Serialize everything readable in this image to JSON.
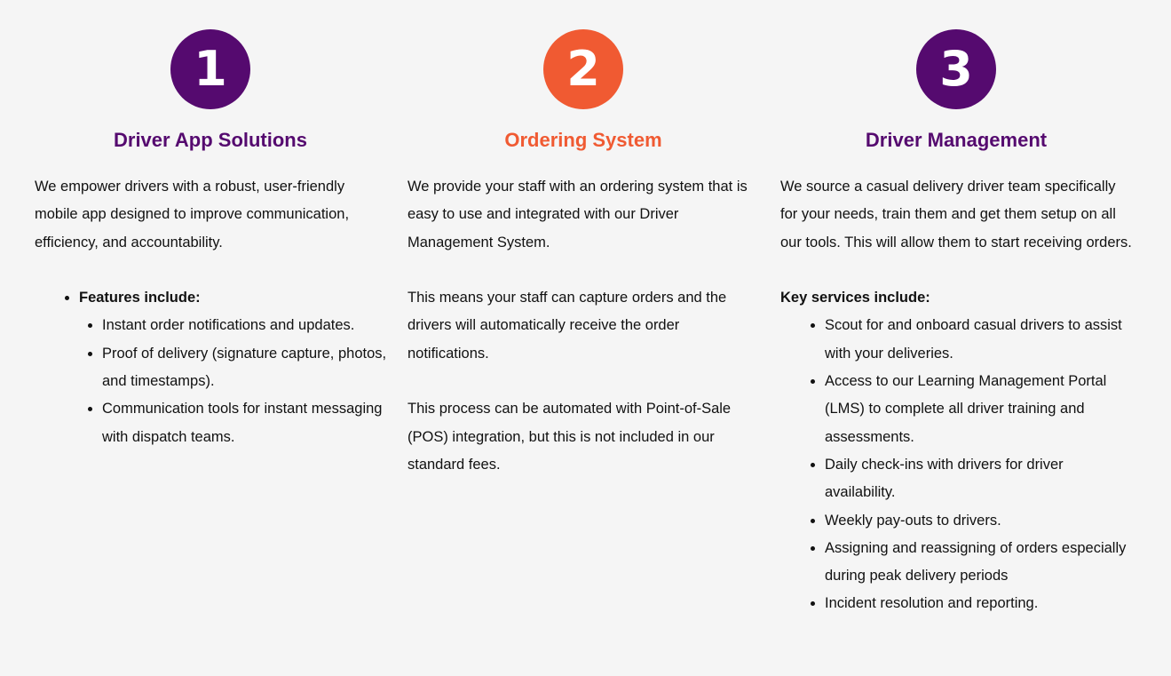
{
  "columns": [
    {
      "number": "1",
      "title": "Driver App Solutions",
      "intro": "We empower drivers with a robust, user-friendly mobile app designed to improve communication, efficiency, and accountability.",
      "list_heading": "Features include:",
      "items": [
        "Instant order notifications and updates.",
        "Proof of delivery (signature capture, photos, and timestamps).",
        "Communication tools for instant messaging with dispatch teams."
      ]
    },
    {
      "number": "2",
      "title": "Ordering System",
      "paragraphs": [
        "We provide your staff with an ordering system that is easy to use and integrated with our Driver Management System.",
        "This means your staff can capture orders and the drivers will automatically receive the order notifications.",
        "This process can be automated with Point-of-Sale (POS) integration, but this is not included in our standard fees."
      ]
    },
    {
      "number": "3",
      "title": "Driver Management",
      "intro": "We source a casual delivery driver team specifically for your needs, train them and get them setup on all our tools. This will allow them to start receiving orders.",
      "list_heading": "Key services include:",
      "items": [
        "Scout for and onboard casual drivers to assist with your deliveries.",
        "Access to our Learning Management Portal (LMS) to complete all driver training and assessments.",
        "Daily check-ins with drivers for driver availability.",
        "Weekly pay-outs to drivers.",
        "Assigning and reassigning of orders especially during peak delivery periods",
        "Incident resolution and reporting."
      ]
    }
  ],
  "colors": {
    "purple": "#550a6f",
    "orange": "#f05a32",
    "background": "#f5f5f5",
    "text": "#111111"
  }
}
